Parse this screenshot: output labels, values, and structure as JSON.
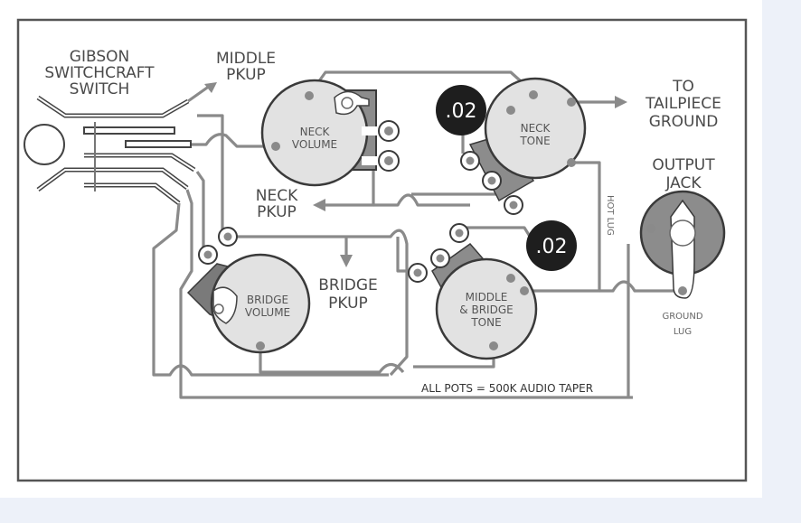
{
  "diagram": {
    "title": "Gibson Switchcraft three-pickup wiring diagram",
    "labels": {
      "switch": [
        "GIBSON",
        "SWITCHCRAFT",
        "SWITCH"
      ],
      "middle_pickup": [
        "MIDDLE",
        "PKUP"
      ],
      "neck_pickup": [
        "NECK",
        "PKUP"
      ],
      "bridge_pickup": [
        "BRIDGE",
        "PKUP"
      ],
      "tailpiece": [
        "TO",
        "TAILPIECE",
        "GROUND"
      ],
      "output_jack": [
        "OUTPUT",
        "JACK"
      ],
      "hot_lug": "HOT LUG",
      "ground_lug": [
        "GROUND",
        "LUG"
      ],
      "note": "ALL POTS = 500K AUDIO TAPER"
    },
    "pots": [
      {
        "id": "neck-volume",
        "label": [
          "NECK",
          "VOLUME"
        ]
      },
      {
        "id": "neck-tone",
        "label": [
          "NECK",
          "TONE"
        ]
      },
      {
        "id": "bridge-volume",
        "label": [
          "BRIDGE",
          "VOLUME"
        ]
      },
      {
        "id": "middle-bridge-tone",
        "label": [
          "MIDDLE",
          "& BRIDGE",
          "TONE"
        ]
      }
    ],
    "capacitors": [
      {
        "id": "neck-tone-cap",
        "value": ".02"
      },
      {
        "id": "middle-bridge-tone-cap",
        "value": ".02"
      }
    ],
    "colors": {
      "wire": "#8a8a8a",
      "pot_fill": "#e2e2e2",
      "capacitor": "#1e1e1e",
      "outline": "#3a3a3a",
      "background": "#edf1f9"
    }
  }
}
